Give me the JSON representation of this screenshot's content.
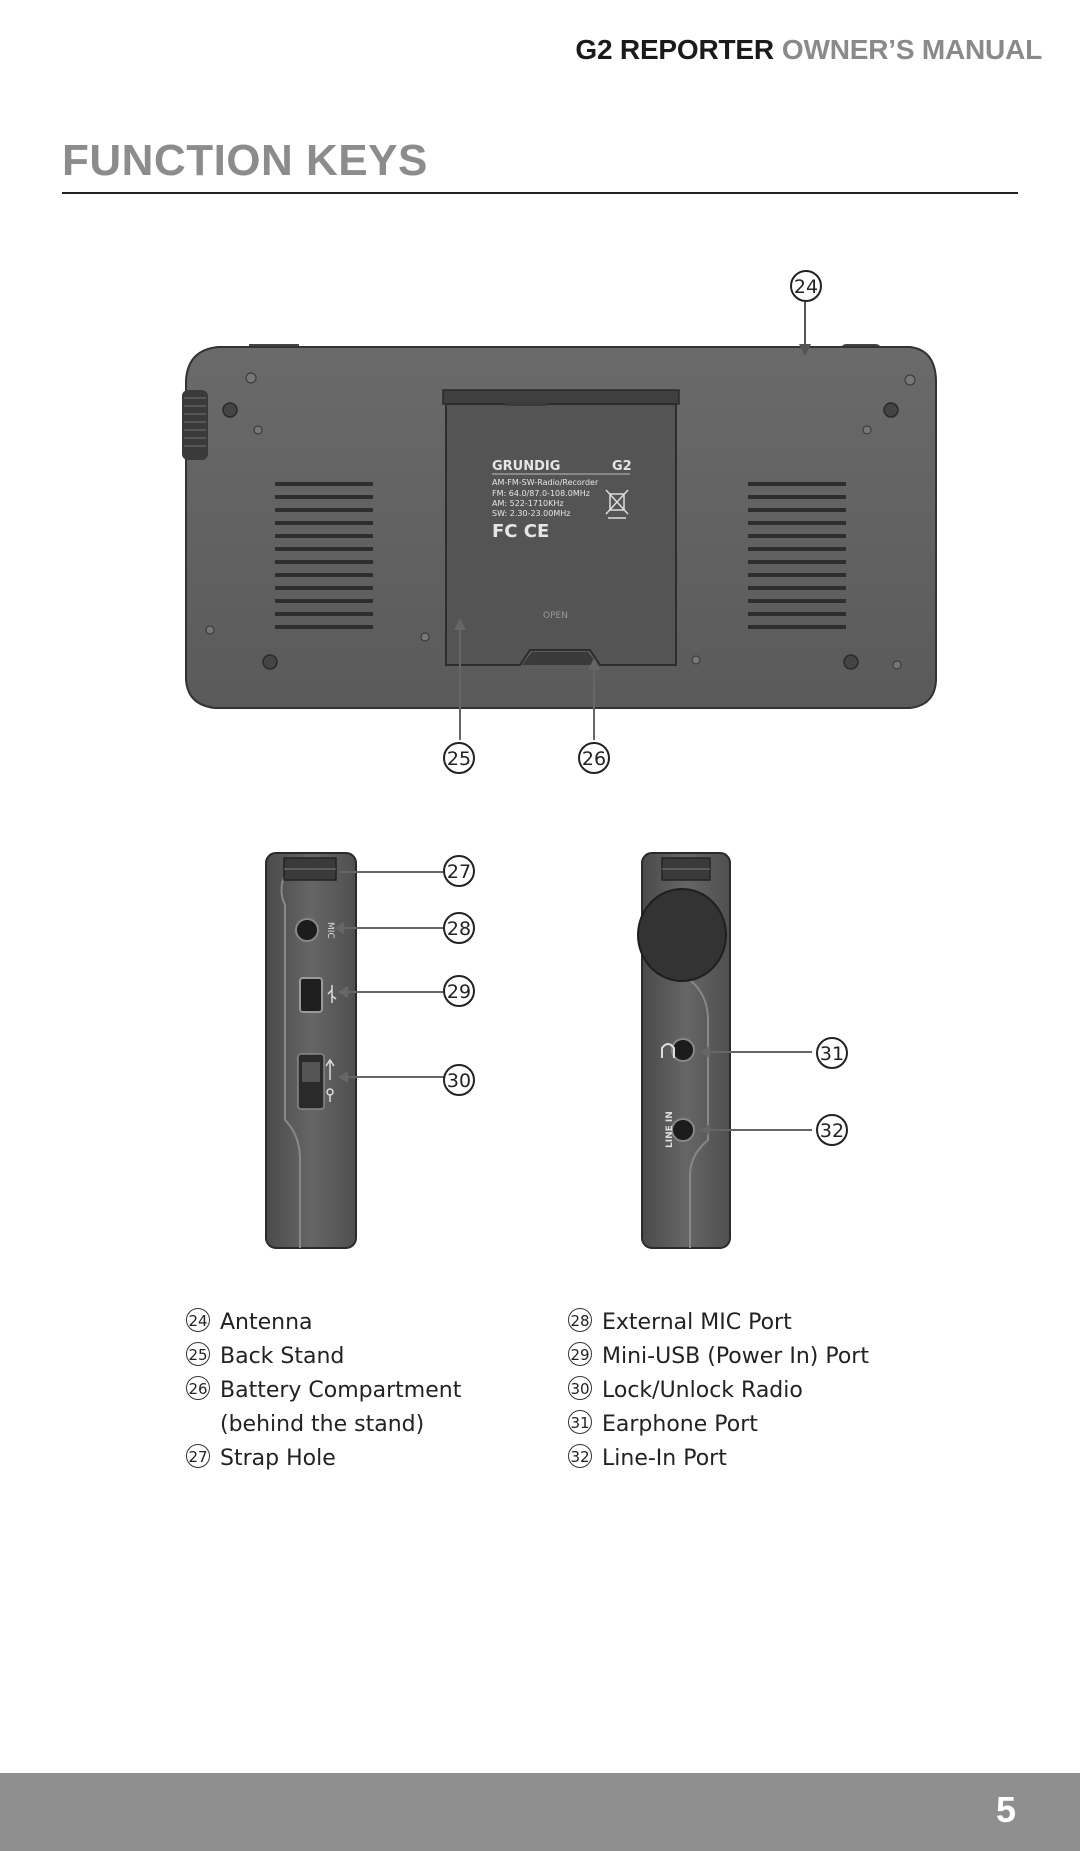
{
  "header": {
    "product": "G2 REPORTER",
    "manual": "OWNER’S MANUAL"
  },
  "title": "FUNCTION KEYS",
  "device_label": {
    "brand": "GRUNDIG",
    "model": "G2",
    "line1": "AM-FM-SW-Radio/Recorder",
    "line2": "FM: 64.0/87.0-108.0MHz",
    "line3": "AM: 522-1710KHz",
    "line4": "SW: 2.30-23.00MHz",
    "cert": "FC CE",
    "open": "OPEN"
  },
  "side_labels": {
    "mic": "MIC",
    "line_in": "LINE IN"
  },
  "callouts": {
    "c24": "24",
    "c25": "25",
    "c26": "26",
    "c27": "27",
    "c28": "28",
    "c29": "29",
    "c30": "30",
    "c31": "31",
    "c32": "32"
  },
  "legend_left": [
    {
      "num": "24",
      "label": "Antenna"
    },
    {
      "num": "25",
      "label": "Back Stand"
    },
    {
      "num": "26",
      "label": "Battery Compartment",
      "sub": "(behind the stand)"
    },
    {
      "num": "27",
      "label": "Strap Hole"
    }
  ],
  "legend_right": [
    {
      "num": "28",
      "label": "External MIC Port"
    },
    {
      "num": "29",
      "label": "Mini-USB (Power In) Port"
    },
    {
      "num": "30",
      "label": "Lock/Unlock Radio"
    },
    {
      "num": "31",
      "label": "Earphone Port"
    },
    {
      "num": "32",
      "label": "Line-In Port"
    }
  ],
  "page_number": "5"
}
